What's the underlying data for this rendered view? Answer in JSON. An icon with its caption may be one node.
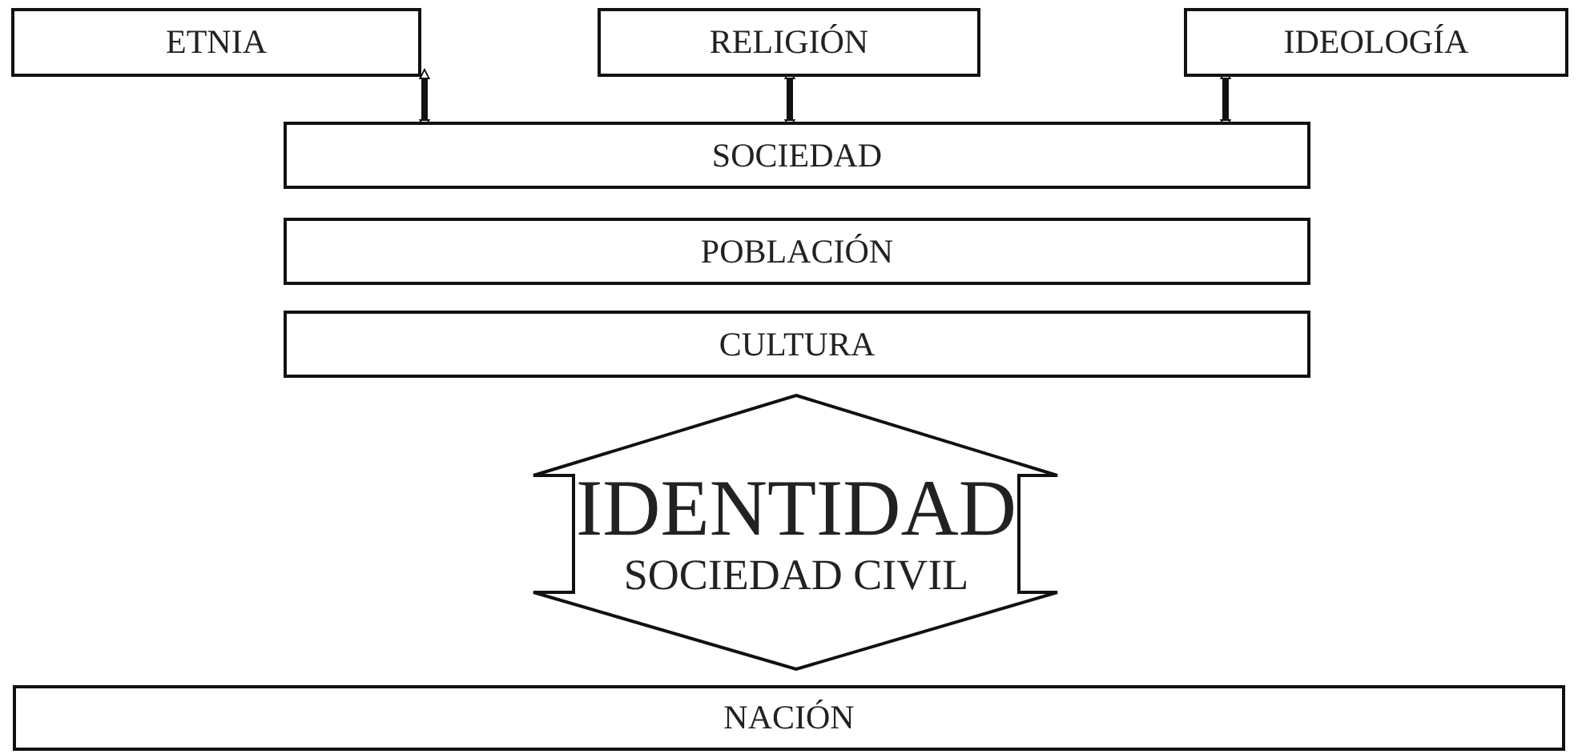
{
  "diagram": {
    "nodes": [
      {
        "text": [
          "ETNIA"
        ]
      },
      {
        "text": [
          "RELIGIÓN"
        ]
      },
      {
        "text": [
          "IDEOLOGÍA"
        ]
      },
      {
        "text": [
          "SOCIEDAD"
        ]
      },
      {
        "text": [
          "POBLACIÓN"
        ]
      },
      {
        "text": [
          "CULTURA"
        ]
      },
      {
        "text": [
          "IDENTIDAD",
          "SOCIEDAD CIVIL"
        ]
      },
      {
        "text": [
          "NACIÓN"
        ]
      }
    ],
    "edges": [
      {
        "from": 0,
        "to": 3,
        "arrow": "both"
      },
      {
        "from": 1,
        "to": 3,
        "arrow": "both"
      },
      {
        "from": 2,
        "to": 3,
        "arrow": "both"
      }
    ]
  }
}
